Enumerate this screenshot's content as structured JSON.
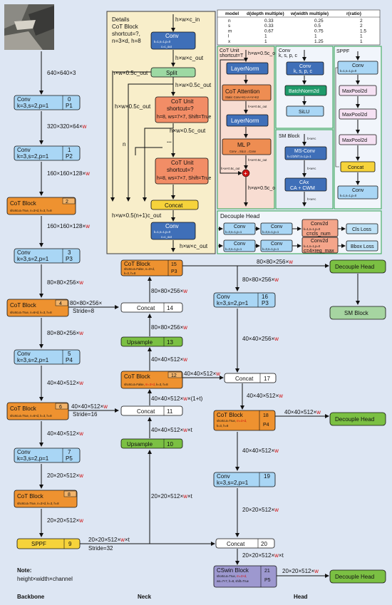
{
  "colors": {
    "background": "#dde6f3",
    "conv": "#a9d6f5",
    "cot": "#ee9230",
    "green": "#7bc043",
    "yellow": "#f6d33b",
    "white": "#ffffff",
    "purple": "#9d98cf",
    "detail_bg": "#f8eeca",
    "detail_border": "#3a3a3a",
    "cot_unit_bg": "#f8ddd2",
    "sm_bg": "#e7ecf7",
    "panel_border": "#2ea44f"
  },
  "backbone": {
    "input_size": "640×640×3",
    "conv0": {
      "title": "Conv",
      "params": "k=3,s=2,p=1",
      "index": "0",
      "name": "P1"
    },
    "feat0": "320×320×64×",
    "conv1": {
      "title": "Conv",
      "params": "k=3,s=2,p=1",
      "index": "1",
      "name": "P2"
    },
    "feat1": "160×160×128×",
    "cot2": {
      "title": "CoT Block",
      "params": "shortcut=True, n=3×d, k=3, h=8",
      "index": "2"
    },
    "feat2": "160×160×128×",
    "conv3": {
      "title": "Conv",
      "params": "k=3,s=2,p=1",
      "index": "3",
      "name": "P3"
    },
    "feat3": "80×80×256×",
    "cot4": {
      "title": "CoT Block",
      "params": "shortcut=True, n=6×d, k=3, h=8",
      "index": "4"
    },
    "out4": "80×80×256×",
    "stride4": "Stride=8",
    "feat4": "80×80×256×",
    "conv5": {
      "title": "Conv",
      "params": "k=3,s=2,p=1",
      "index": "5",
      "name": "P4"
    },
    "feat5": "40×40×512×",
    "cot6": {
      "title": "CoT Block",
      "params": "shortcut=True, n=6×d, k=3, h=8",
      "index": "6"
    },
    "out6": "40×40×512×",
    "stride6": "Stride=16",
    "feat6": "40×40×512×",
    "conv7": {
      "title": "Conv",
      "params": "k=3,s=2,p=1",
      "index": "7",
      "name": "P5"
    },
    "feat7": "20×20×512×",
    "cot8": {
      "title": "CoT Block",
      "params": "shortcut=True, n=3×d, k=3, h=8",
      "index": "8"
    },
    "feat8": "20×20×512×",
    "sppf9": {
      "title": "SPPF",
      "index": "9"
    },
    "out9": "20×20×512×",
    "out9_t": "×t",
    "stride9": "Stride=32",
    "w": "w",
    "footer_label": "Backbone"
  },
  "neck": {
    "upsample10": {
      "title": "Upsample",
      "index": "10"
    },
    "concat11": {
      "title": "Concat",
      "index": "11"
    },
    "cot12": {
      "title": "CoT Block",
      "params": "shortcut=False, ",
      "params_red": "m=3×d",
      "params_tail": ", k=3, h=8",
      "index": "12"
    },
    "upsample13": {
      "title": "Upsample",
      "index": "13"
    },
    "concat14": {
      "title": "Concat",
      "index": "14"
    },
    "cot15": {
      "title": "CoT Block",
      "params": "shortcut=False, n=3×d,",
      "params2": "k=3, h=8",
      "index": "15",
      "name": "P3"
    },
    "f_up10": "20×20×512×",
    "f_up10_t": "×t",
    "f_10_11": "40×40×512×",
    "f_10_11_t": "×t",
    "f_11_12": "40×40×512×",
    "f_11_12_t": "×(1+t)",
    "f_12_13": "40×40×512×",
    "f_12_17": "40×40×512×",
    "f_13_14": "80×80×256×",
    "f_14_15": "80×80×256×",
    "f_15_head": "80×80×256×",
    "f_15_16": "80×80×256×",
    "footer_label": "Neck"
  },
  "head": {
    "conv16": {
      "title": "Conv",
      "params": "k=3,s=2,p=1",
      "index": "16",
      "name": "P3"
    },
    "concat17": {
      "title": "Concat",
      "index": "17"
    },
    "cot18": {
      "title": "CoT Block",
      "params": "shortcut=True, ",
      "params_red": "m=3×d,",
      "params2": "k=3, h=8",
      "index": "18",
      "name": "P4"
    },
    "conv19": {
      "title": "Conv",
      "params": "k=3,s=2,p=1",
      "index": "19"
    },
    "concat20": {
      "title": "Concat",
      "index": "20"
    },
    "cswin21": {
      "title": "CSwin Block",
      "params": "shortcut=True, ",
      "params_red": "m=3×d,",
      "params2": "ws=7×7, h=8, shift=True",
      "index": "21",
      "name": "P5"
    },
    "decouple1": "Decouple Head",
    "decouple2": "Decouple Head",
    "decouple3": "Decouple Head",
    "sm_block": "SM Block",
    "f_16_17": "40×40×256×",
    "f_17_18": "40×40×512×",
    "f_18_head": "40×40×512×",
    "f_18_19": "40×40×512×",
    "f_19_20": "20×20×512×",
    "f_20_21": "20×20×512×",
    "f_20_21_t": "×t",
    "f_21_head": "20×20×512×",
    "footer_label": "Head"
  },
  "note": {
    "title": "Note:",
    "text": "height×width×channel"
  },
  "details": {
    "title": "Details",
    "subtitle": "CoT Block",
    "line3": "shortcut=?,",
    "line4": "n=3×d, h=8",
    "input": "h×w×c_in",
    "conv_top": {
      "title": "Conv",
      "params": "k=1,s=1,p=0",
      "params2": "c=c_out"
    },
    "f1": "h×w×c_out",
    "split": "Split",
    "f_left": "h×w×0.5c_out",
    "f_right": "h×w×0.5c_out",
    "f_left2": "h×w×0.5c_out",
    "unit1": {
      "title": "CoT Unit",
      "line2": "shortcut=?",
      "line3": "h=8, ws=7×7, Shift=True"
    },
    "f_u1": "h×w×0.5c_out",
    "dots": "...",
    "n_label": "n",
    "unit2": {
      "title": "CoT Unit",
      "line2": "shortcut=?",
      "line3": "h=8, ws=7×7, Shift=True"
    },
    "concat": "Concat",
    "f_concat": "h×w×0.5(n+1)c_out",
    "conv_bot": {
      "title": "Conv",
      "params": "k=1,s=1,p=0",
      "params2": "c=c_out"
    },
    "output": "h×w×c_out"
  },
  "scale_table": {
    "headers": [
      "model",
      "d(depth multiple)",
      "w(width multiple)",
      "r(ratio)"
    ],
    "rows": [
      [
        "n",
        "0.33",
        "0.25",
        "2"
      ],
      [
        "s",
        "0.33",
        "0.5",
        "2"
      ],
      [
        "m",
        "0.67",
        "0.75",
        "1.5"
      ],
      [
        "l",
        "1",
        "1",
        "1"
      ],
      [
        "x",
        "1",
        "1.25",
        "1"
      ]
    ]
  },
  "cot_unit": {
    "title": "CoT Unit",
    "subtitle": "shortcut=T",
    "input": "h×w×0.5c_out",
    "layernorm1": "LayerNorm",
    "attention": "CoT Attention",
    "attention_sub": "Static Conv+K1+A+V+K2",
    "f_mid": "h×w×0.5c_out",
    "layernorm2": "LayerNorm",
    "mlp": "ML P",
    "mlp_sub": "Conv→SiLU→Conv",
    "f_res": "h×w×0.5c_out",
    "f_res2": "h×w×0.5c_out",
    "plus": "+",
    "output": "h×w×0.5c_out"
  },
  "conv_panel": {
    "title": "Conv",
    "subtitle": "k, s, p, c",
    "conv": {
      "title": "Conv",
      "params": "k, s, p, c"
    },
    "bn": "BatchNorm2d",
    "silu": "SiLU"
  },
  "sppf_panel": {
    "title": "SPPF",
    "conv1": {
      "title": "Conv",
      "params": "k=1,s=1,p=0"
    },
    "pool1": "MaxPool2d",
    "pool2": "MaxPool2d",
    "pool3": "MaxPool2d",
    "concat": "Concat",
    "conv2": {
      "title": "Conv",
      "params": "k=1,s=1,p=0"
    }
  },
  "sm_panel": {
    "title": "SM Block",
    "input": "h×w×c",
    "ms_conv": "MS-Conv",
    "ms_conv_sub": "k=1/3/5/7,s=1,p=1",
    "f_mid": "h×w×c",
    "ca": "CAx",
    "cwm": "CA + CWM",
    "output": "h×w×c"
  },
  "decouple_panel": {
    "title": "Decouple Head",
    "conv_a1": {
      "title": "Conv",
      "params": "k=3,s=1,p=1"
    },
    "conv_a2": {
      "title": "Conv",
      "params": "k=3,s=1,p=1"
    },
    "conv_a3": {
      "title": "Conv2d",
      "params": "k=1,s=1,p=0",
      "params2": "c=cls_num"
    },
    "loss_a": "Cls Loss",
    "conv_b1": {
      "title": "Conv",
      "params": "k=3,s=1,p=1"
    },
    "conv_b2": {
      "title": "Conv",
      "params": "k=3,s=1,p=1"
    },
    "conv_b3": {
      "title": "Conv2d",
      "params": "k=1,s=1,p=0",
      "params2": "c=4×reg_max"
    },
    "loss_b": "Bbox Loss"
  }
}
